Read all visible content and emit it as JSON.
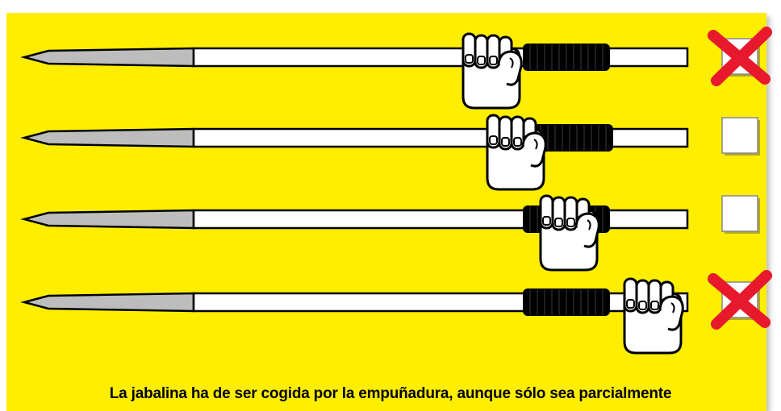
{
  "caption": "La jabalina ha de ser cogida por la empuñadura, aunque sólo sea parcialmente",
  "colors": {
    "background": "#ffee00",
    "shaft": "#ffffff",
    "tip": "#bdbdbd",
    "grip": "#000000",
    "cross": "#e8192c"
  },
  "javelins": [
    {
      "hand_position": "in front of grip",
      "verdict": "incorrect",
      "checkbox": "crossed"
    },
    {
      "hand_position": "partly on grip",
      "verdict": "correct",
      "checkbox": "empty"
    },
    {
      "hand_position": "on grip",
      "verdict": "correct",
      "checkbox": "empty"
    },
    {
      "hand_position": "behind grip",
      "verdict": "incorrect",
      "checkbox": "crossed"
    }
  ],
  "icons": [
    "fist-icon",
    "checkbox-icon",
    "cross-mark-icon"
  ]
}
